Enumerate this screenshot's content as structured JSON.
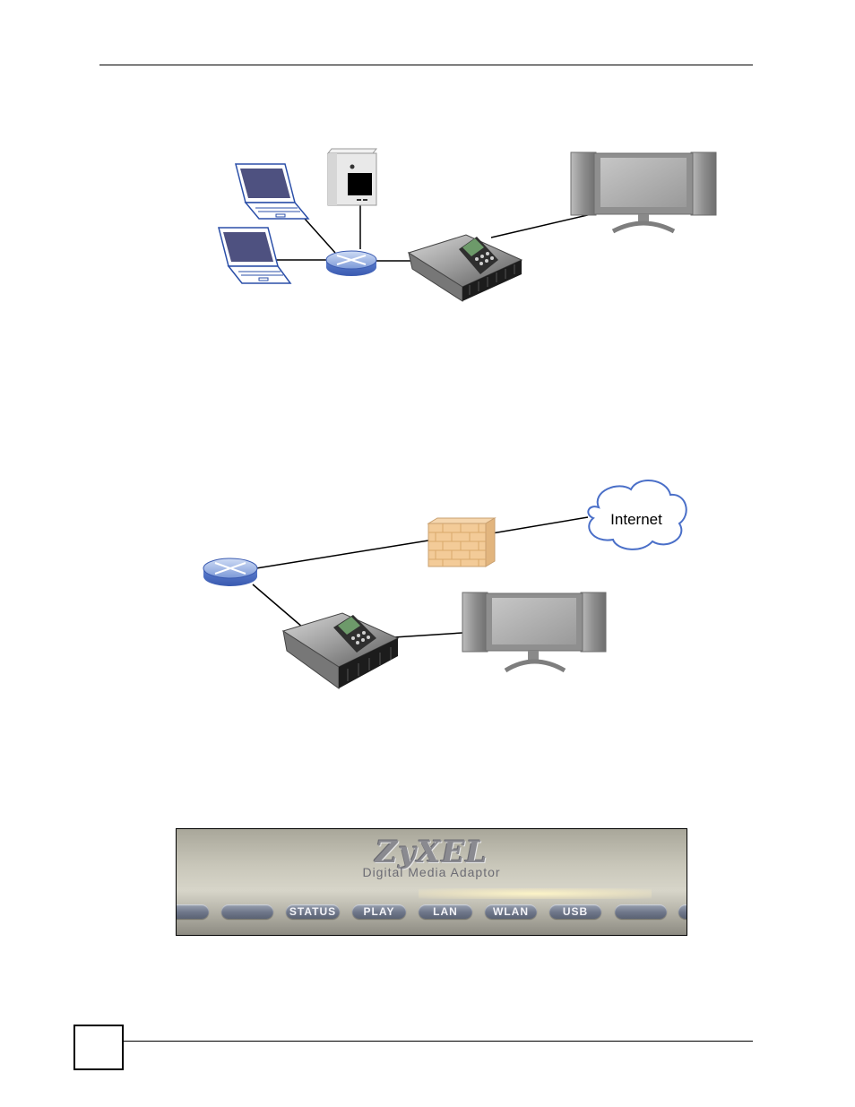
{
  "page": {
    "number": ""
  },
  "figure1": {
    "nodes": [
      "laptop-1",
      "laptop-2",
      "media-server",
      "switch",
      "media-adapter",
      "television"
    ]
  },
  "figure2": {
    "internet_label": "Internet",
    "nodes": [
      "router",
      "firewall",
      "internet-cloud",
      "media-adapter",
      "television"
    ]
  },
  "photo": {
    "brand": "ZyXEL",
    "subtitle": "Digital Media Adaptor",
    "leds": [
      "STATUS",
      "PLAY",
      "LAN",
      "WLAN",
      "USB"
    ]
  },
  "colors": {
    "laptop_screen": "#4e5180",
    "switch_blue": "#6f8fd9",
    "brick": "#f0c694",
    "tv_frame": "#9a9a9a"
  }
}
